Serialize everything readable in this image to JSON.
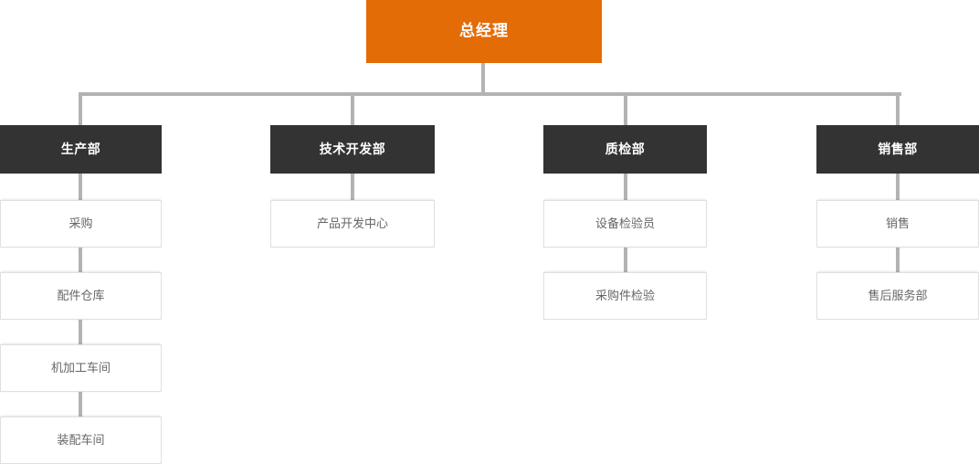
{
  "chart_data": {
    "type": "diagram",
    "title": "",
    "orientation": "top-down",
    "colors": {
      "root_fill": "#e36c07",
      "root_text": "#ffffff",
      "dept_fill": "#333333",
      "dept_text": "#ffffff",
      "unit_fill": "#ffffff",
      "unit_text": "#666666",
      "unit_border": "#e0e0e0",
      "connector": "#b3b3b3",
      "background": "#ffffff"
    },
    "root": {
      "label": "总经理",
      "level": 1
    },
    "branches": [
      {
        "department": {
          "label": "生产部",
          "level": 2
        },
        "units": [
          {
            "label": "采购",
            "level": 3
          },
          {
            "label": "配件仓库",
            "level": 4
          },
          {
            "label": "机加工车间",
            "level": 5
          },
          {
            "label": "装配车间",
            "level": 6
          }
        ]
      },
      {
        "department": {
          "label": "技术开发部",
          "level": 2
        },
        "units": [
          {
            "label": "产品开发中心",
            "level": 3
          }
        ]
      },
      {
        "department": {
          "label": "质检部",
          "level": 2
        },
        "units": [
          {
            "label": "设备检验员",
            "level": 3
          },
          {
            "label": "采购件检验",
            "level": 4
          }
        ]
      },
      {
        "department": {
          "label": "销售部",
          "level": 2
        },
        "units": [
          {
            "label": "销售",
            "level": 3
          },
          {
            "label": "售后服务部",
            "level": 4
          }
        ]
      }
    ]
  }
}
